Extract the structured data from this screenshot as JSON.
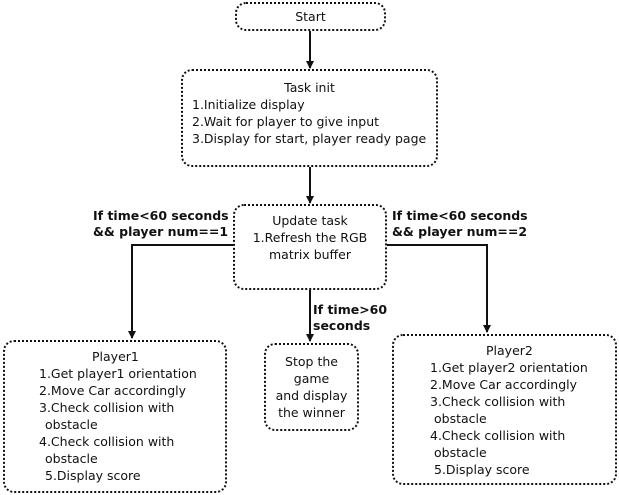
{
  "nodes": {
    "start": {
      "lines": [
        "Start"
      ]
    },
    "task_init": {
      "title": "Task init",
      "lines": [
        "1.Initialize display",
        "2.Wait for player to give input",
        "3.Display for start, player ready page"
      ]
    },
    "update_task": {
      "title": "Update task",
      "lines": [
        "1.Refresh the RGB",
        "matrix buffer"
      ]
    },
    "player1": {
      "title": "Player1",
      "lines": [
        "1.Get player1 orientation",
        "2.Move Car accordingly",
        "3.Check collision with",
        "obstacle",
        "4.Check collision with",
        "obstacle",
        "5.Display score"
      ]
    },
    "stop": {
      "lines": [
        "Stop the",
        "game",
        "and display",
        "the winner"
      ]
    },
    "player2": {
      "title": "Player2",
      "lines": [
        "1.Get player2 orientation",
        "2.Move Car accordingly",
        "3.Check collision with",
        "obstacle",
        "4.Check collision with",
        "obstacle",
        "5.Display score"
      ]
    }
  },
  "edge_labels": {
    "to_player1": [
      "If time<60 seconds",
      "&&  player num==1"
    ],
    "to_player2": [
      "If time<60 seconds",
      "&&  player num==2"
    ],
    "to_stop": [
      "If time>60",
      "seconds"
    ]
  }
}
